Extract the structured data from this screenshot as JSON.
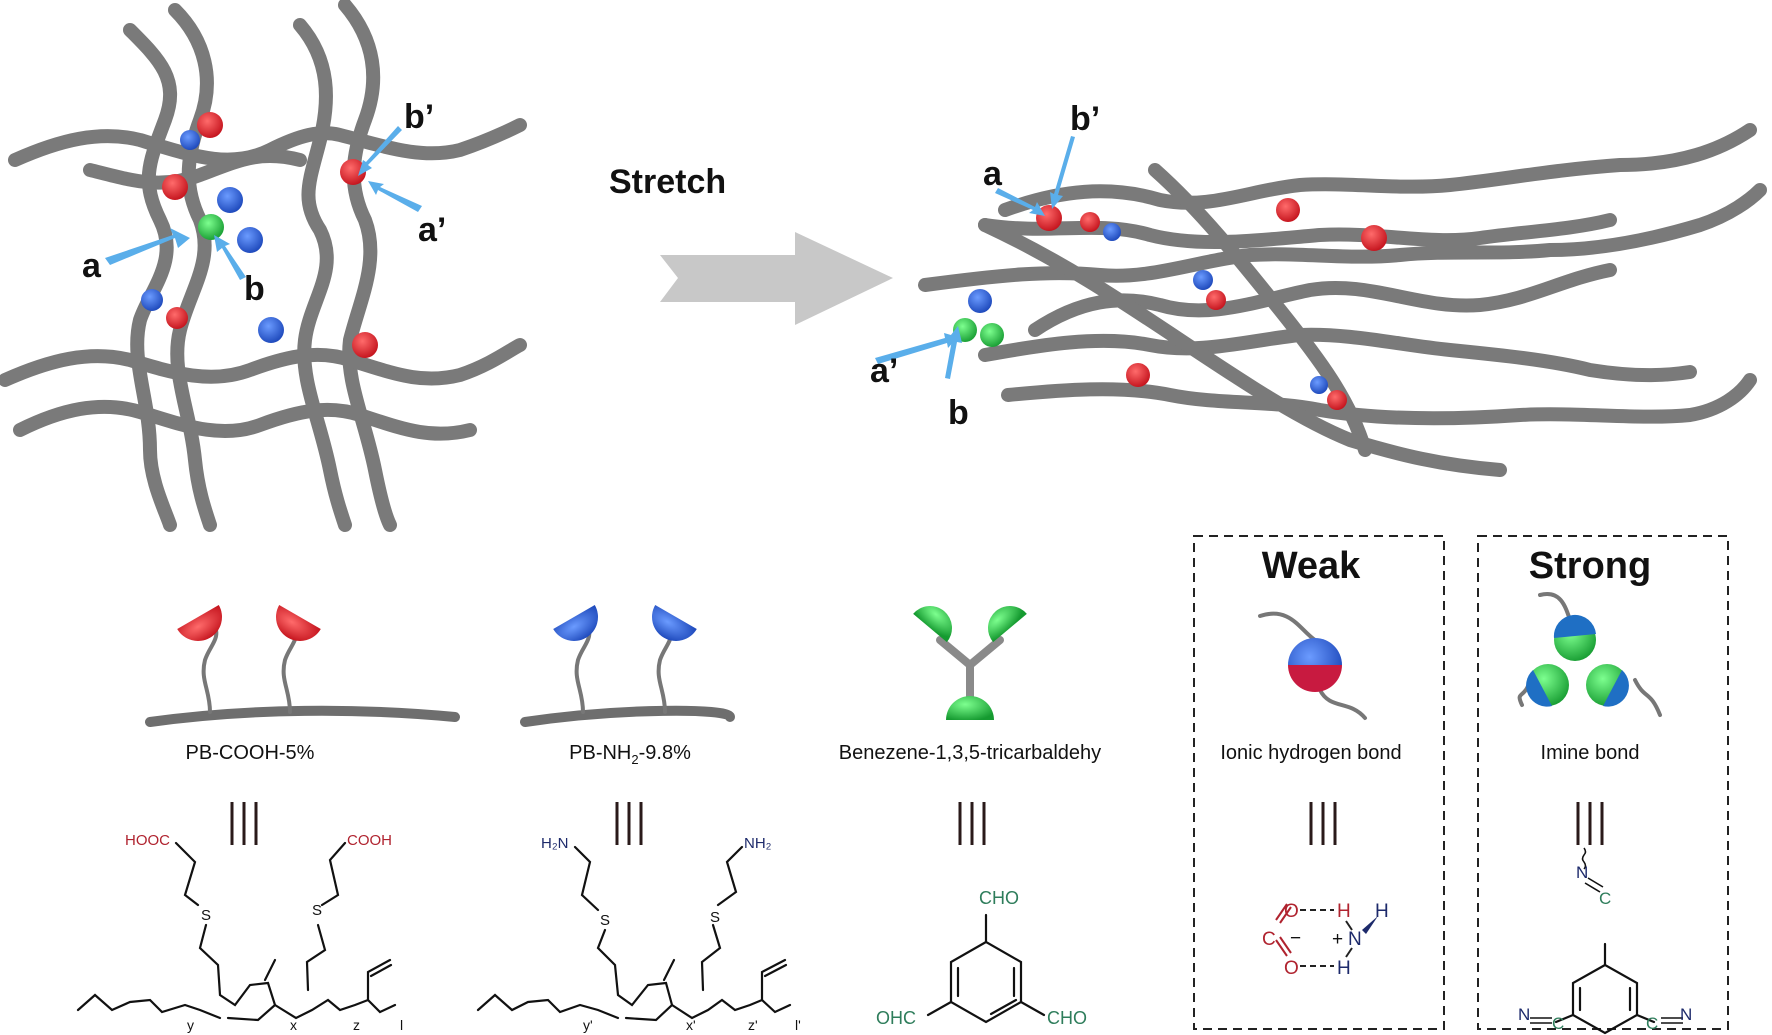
{
  "figure": {
    "process_label": "Stretch",
    "left_network": {
      "labels": [
        "a",
        "b",
        "a’",
        "b’"
      ]
    },
    "right_network": {
      "labels": [
        "a",
        "b’",
        "a’",
        "b"
      ]
    },
    "components": [
      {
        "id": "pb-cooh",
        "name": "PB-COOH-5%",
        "equiv": "|||",
        "color": "#e0202a",
        "structure": {
          "left_group": "HOOC",
          "right_group": "COOH",
          "linker": "S",
          "subscripts": [
            "y",
            "x",
            "z",
            "l"
          ]
        }
      },
      {
        "id": "pb-nh2",
        "name_main": "PB-NH",
        "name_sub": "2",
        "name_tail": "-9.8%",
        "equiv": "|||",
        "color": "#2a5fd8",
        "structure": {
          "left_group": "H₂N",
          "right_group": "NH₂",
          "linker": "S",
          "subscripts": [
            "y'",
            "x'",
            "z'",
            "l'"
          ]
        }
      },
      {
        "id": "btca",
        "name": "Benezene-1,3,5-tricarbaldehy",
        "equiv": "|||",
        "color": "#22c043",
        "structure": {
          "groups": [
            "CHO",
            "OHC",
            "CHO"
          ]
        }
      }
    ],
    "bond_boxes": [
      {
        "id": "weak",
        "title": "Weak",
        "caption": "Ionic hydrogen bond",
        "equiv": "|||",
        "structure": {
          "o_top": "O",
          "o_bottom": "O",
          "c": "C",
          "minus": "−",
          "h_top": "H",
          "h_bottom": "H",
          "plus": "+",
          "n": "N",
          "h_side": "H"
        }
      },
      {
        "id": "strong",
        "title": "Strong",
        "caption": "Imine bond",
        "equiv": "|||",
        "structure": {
          "n": "N",
          "c": "C"
        }
      }
    ],
    "colors": {
      "carboxyl_red": "#e0202a",
      "amine_blue": "#2a5fd8",
      "aldehyde_green": "#22c043",
      "chain_gray": "#7a7a7a",
      "pointer_blue": "#5aaeea",
      "arrow_gray": "#c8c8c8"
    }
  }
}
